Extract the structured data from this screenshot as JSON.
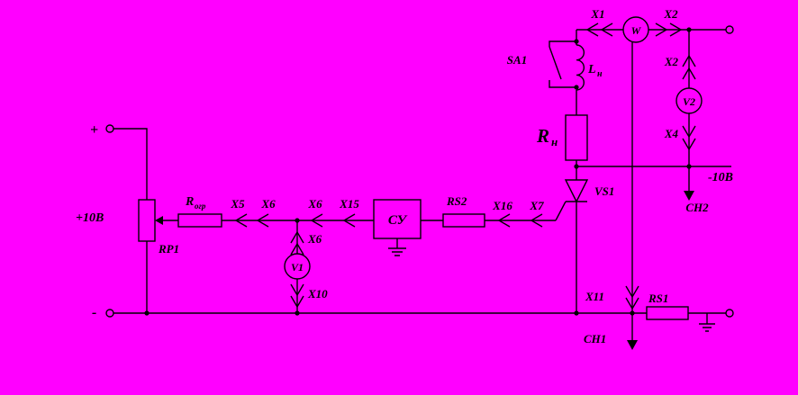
{
  "colors": {
    "background": "#ff00ff",
    "line": "#000000",
    "text": "#000000"
  },
  "terminals": {
    "plus": "+",
    "minus": "-",
    "supply_pos": "+10В",
    "supply_neg": "-10В"
  },
  "components": {
    "rp1": "RP1",
    "r_ogr": {
      "base": "R",
      "sub": "огр"
    },
    "su": "СУ",
    "rs2": "RS2",
    "rs1": "RS1",
    "vs1": "VS1",
    "r_n": {
      "base": "R",
      "sub": "н"
    },
    "l_n": {
      "base": "L",
      "sub": "н"
    },
    "sa1": "SA1"
  },
  "meters": {
    "w": "W",
    "v1": "V1",
    "v2": "V2"
  },
  "connectors": {
    "x1": "X1",
    "x2_top": "X2",
    "x2_branch": "X2",
    "x4": "X4",
    "x5": "X5",
    "x6_a": "X6",
    "x6_b": "X6",
    "x6_c": "X6",
    "x15": "X15",
    "x16": "X16",
    "x7": "X7",
    "x10": "X10",
    "x11": "X11"
  },
  "test_points": {
    "cn1": "СН1",
    "cn2": "СН2"
  }
}
